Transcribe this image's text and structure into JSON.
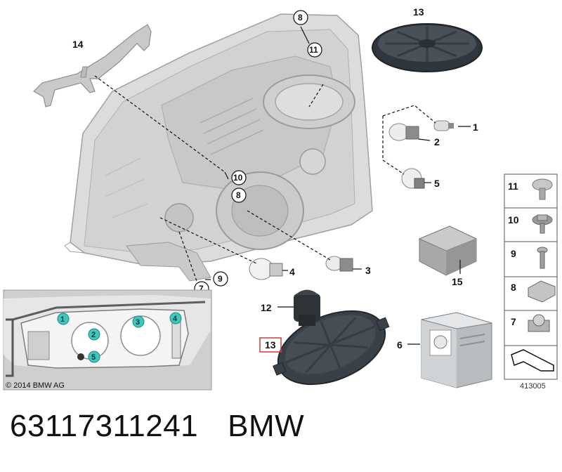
{
  "callouts": {
    "c1": "1",
    "c2": "2",
    "c3": "3",
    "c4": "4",
    "c5": "5",
    "c6": "6",
    "c7": "7",
    "c8a": "8",
    "c8b": "8",
    "c9": "9",
    "c10": "10",
    "c11": "11",
    "c12": "12",
    "c13a": "13",
    "c13b": "13",
    "c14": "14",
    "c15": "15"
  },
  "inset": {
    "labels": [
      "1",
      "2",
      "3",
      "4",
      "5"
    ],
    "copyright": "© 2014 BMW AG"
  },
  "fastener_panel": {
    "rows": [
      "11",
      "10",
      "9",
      "8",
      "7"
    ]
  },
  "diagram_number": "413005",
  "footer": {
    "part_number": "63117311241",
    "brand": "BMW"
  },
  "colors": {
    "housing": "#d9d9d9",
    "housing_stroke": "#9a9a9a",
    "cap": "#3b4047",
    "inset_marker": "#3fc6bd",
    "highlight_box": "#d23a3a"
  }
}
